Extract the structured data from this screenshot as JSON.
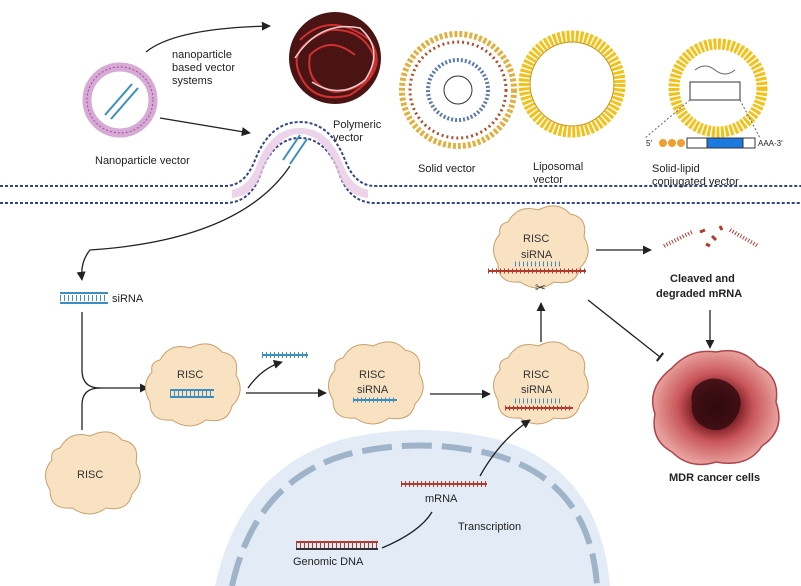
{
  "labels": {
    "nanoparticle_systems": [
      "nanoparticle",
      "based vector",
      "systems"
    ],
    "nanoparticle_vector": "Nanoparticle vector",
    "polymeric": [
      "Polymeric",
      "vector"
    ],
    "solid": "Solid  vector",
    "liposomal": [
      "Liposomal",
      "vector"
    ],
    "solid_lipid": [
      "Solid-lipid",
      "conjugated vector"
    ],
    "five_prime": "5'",
    "three_prime": "AAA-3'",
    "sirna": "siRNA",
    "risc": "RISC",
    "cleaved": [
      "Cleaved and",
      "degraded mRNA"
    ],
    "mdr": "MDR cancer cells",
    "mrna": "mRNA",
    "transcription": "Transcription",
    "genomic_dna": "Genomic DNA"
  },
  "colors": {
    "membrane": "#34448a",
    "sirna_blue": "#3a8fbf",
    "mrna_red": "#b33a2e",
    "risc_fill": "#f8e2c2",
    "liposome_yellow": "#f2c21a",
    "nucleus": "#e3ecf6",
    "cancer": "#c9565a"
  }
}
